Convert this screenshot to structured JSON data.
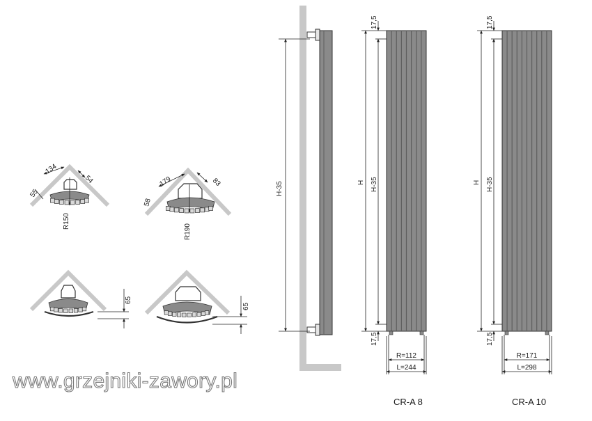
{
  "corner_views": {
    "small": {
      "width_label": "134",
      "depth_label": "54",
      "side_label": "55",
      "radius_label": "R150",
      "clearance_label": "65"
    },
    "large": {
      "width_label": "179",
      "depth_label": "83",
      "side_label": "58",
      "radius_label": "R190",
      "clearance_label": "65"
    }
  },
  "side_view": {
    "height_label": "H-35"
  },
  "models": [
    {
      "name": "CR-A 8",
      "top_offset": "17,5",
      "bottom_offset": "17,5",
      "total_height": "H",
      "inner_height": "H-35",
      "radius": "R=112",
      "length": "L=244",
      "tube_count": 8
    },
    {
      "name": "CR-A 10",
      "top_offset": "17,5",
      "bottom_offset": "17,5",
      "total_height": "H",
      "inner_height": "H-35",
      "radius": "R=171",
      "length": "L=298",
      "tube_count": 10
    }
  ],
  "watermark": "www.grzejniki-zawory.pl",
  "colors": {
    "radiator_fill": "#8a8a8a",
    "radiator_dark": "#5e5e5e",
    "wall": "#c8c8c8",
    "line": "#222222"
  }
}
